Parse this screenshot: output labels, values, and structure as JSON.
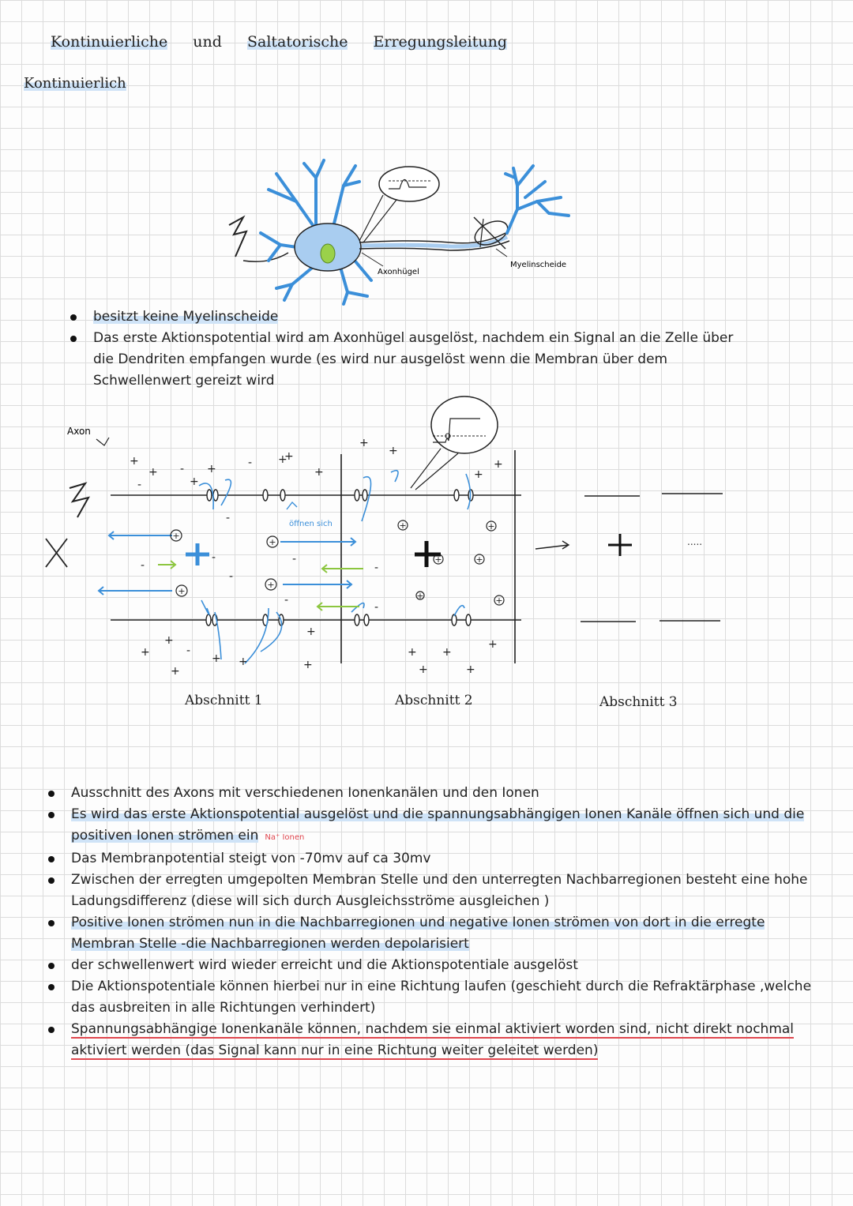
{
  "header": {
    "title_words": [
      "Kontinuierliche",
      "und",
      "Saltatorische",
      "Erregungsleitung"
    ],
    "subtitle": "Kontinuierlich"
  },
  "neuron_diagram": {
    "label_axonhuegel": "Axonhügel",
    "label_myelinscheide": "Myelinscheide"
  },
  "bullets_top": [
    "besitzt keine Myelinscheide",
    "Das erste Aktionspotential wird am Axonhügel ausgelöst, nachdem ein Signal an die Zelle über die Dendriten empfangen wurde (es wird nur ausgelöst wenn die Membran über dem Schwellenwert gereizt wird"
  ],
  "axon_diagram": {
    "label_axon": "Axon",
    "label_oeffnen": "öffnen sich",
    "dots": ".....",
    "sections": [
      "Abschnitt 1",
      "Abschnitt 2",
      "Abschnitt 3"
    ]
  },
  "bullets_bottom": [
    "Ausschnitt des Axons mit verschiedenen Ionenkanälen und den Ionen",
    "Es wird das erste Aktionspotential ausgelöst und die spannungsabhängigen Ionen Kanäle öffnen sich und die positiven Ionen strömen ein",
    "Das Membranpotential steigt von -70mv auf ca 30mv",
    "Zwischen der erregten umgepolten Membran Stelle und den unterregten Nachbarregionen besteht eine hohe Ladungsdifferenz (diese will sich durch Ausgleichsströme ausgleichen )",
    "Positive Ionen strömen nun in die Nachbarregionen und negative Ionen strömen von dort in die erregte Membran Stelle -die Nachbarregionen werden depolarisiert",
    "der schwellenwert wird wieder erreicht und die Aktionspotentiale ausgelöst",
    "Die Aktionspotentiale können hierbei nur in eine Richtung laufen (geschieht durch die Refraktärphase ,welche das ausbreiten in alle Richtungen verhindert)",
    "Spannungsabhängige Ionenkanäle können, nachdem sie einmal aktiviert worden sind, nicht direkt nochmal aktiviert werden (das Signal kann nur in eine Richtung weiter geleitet werden)"
  ],
  "note_na": "Na⁺ Ionen",
  "colors": {
    "highlight_blue": "#cfe3f7",
    "diagram_blue": "#3b8fd9",
    "neuron_fill": "#a9cdf0",
    "nucleus_green": "#9ad14a",
    "arrow_green": "#8cc63f",
    "underline_red": "#e0464e"
  }
}
